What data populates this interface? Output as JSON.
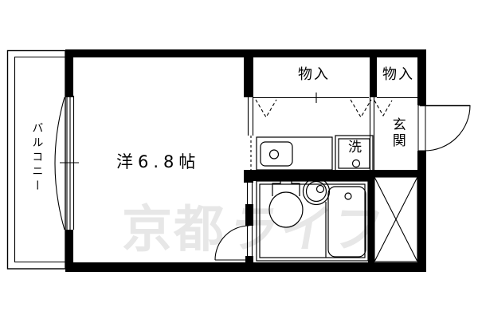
{
  "floorplan": {
    "room_label": "洋6.8帖",
    "balcony_label": "バルコニー",
    "main_closet_label": "物入",
    "entry_closet_label": "物入",
    "entrance_label": "玄関",
    "washing_machine_label": "洗",
    "watermark": {
      "part1": "京都",
      "part2": "ライフ"
    },
    "colors": {
      "wall": "#000000",
      "line": "#000000",
      "watermark": "#e7e7e7",
      "background": "#ffffff"
    }
  }
}
